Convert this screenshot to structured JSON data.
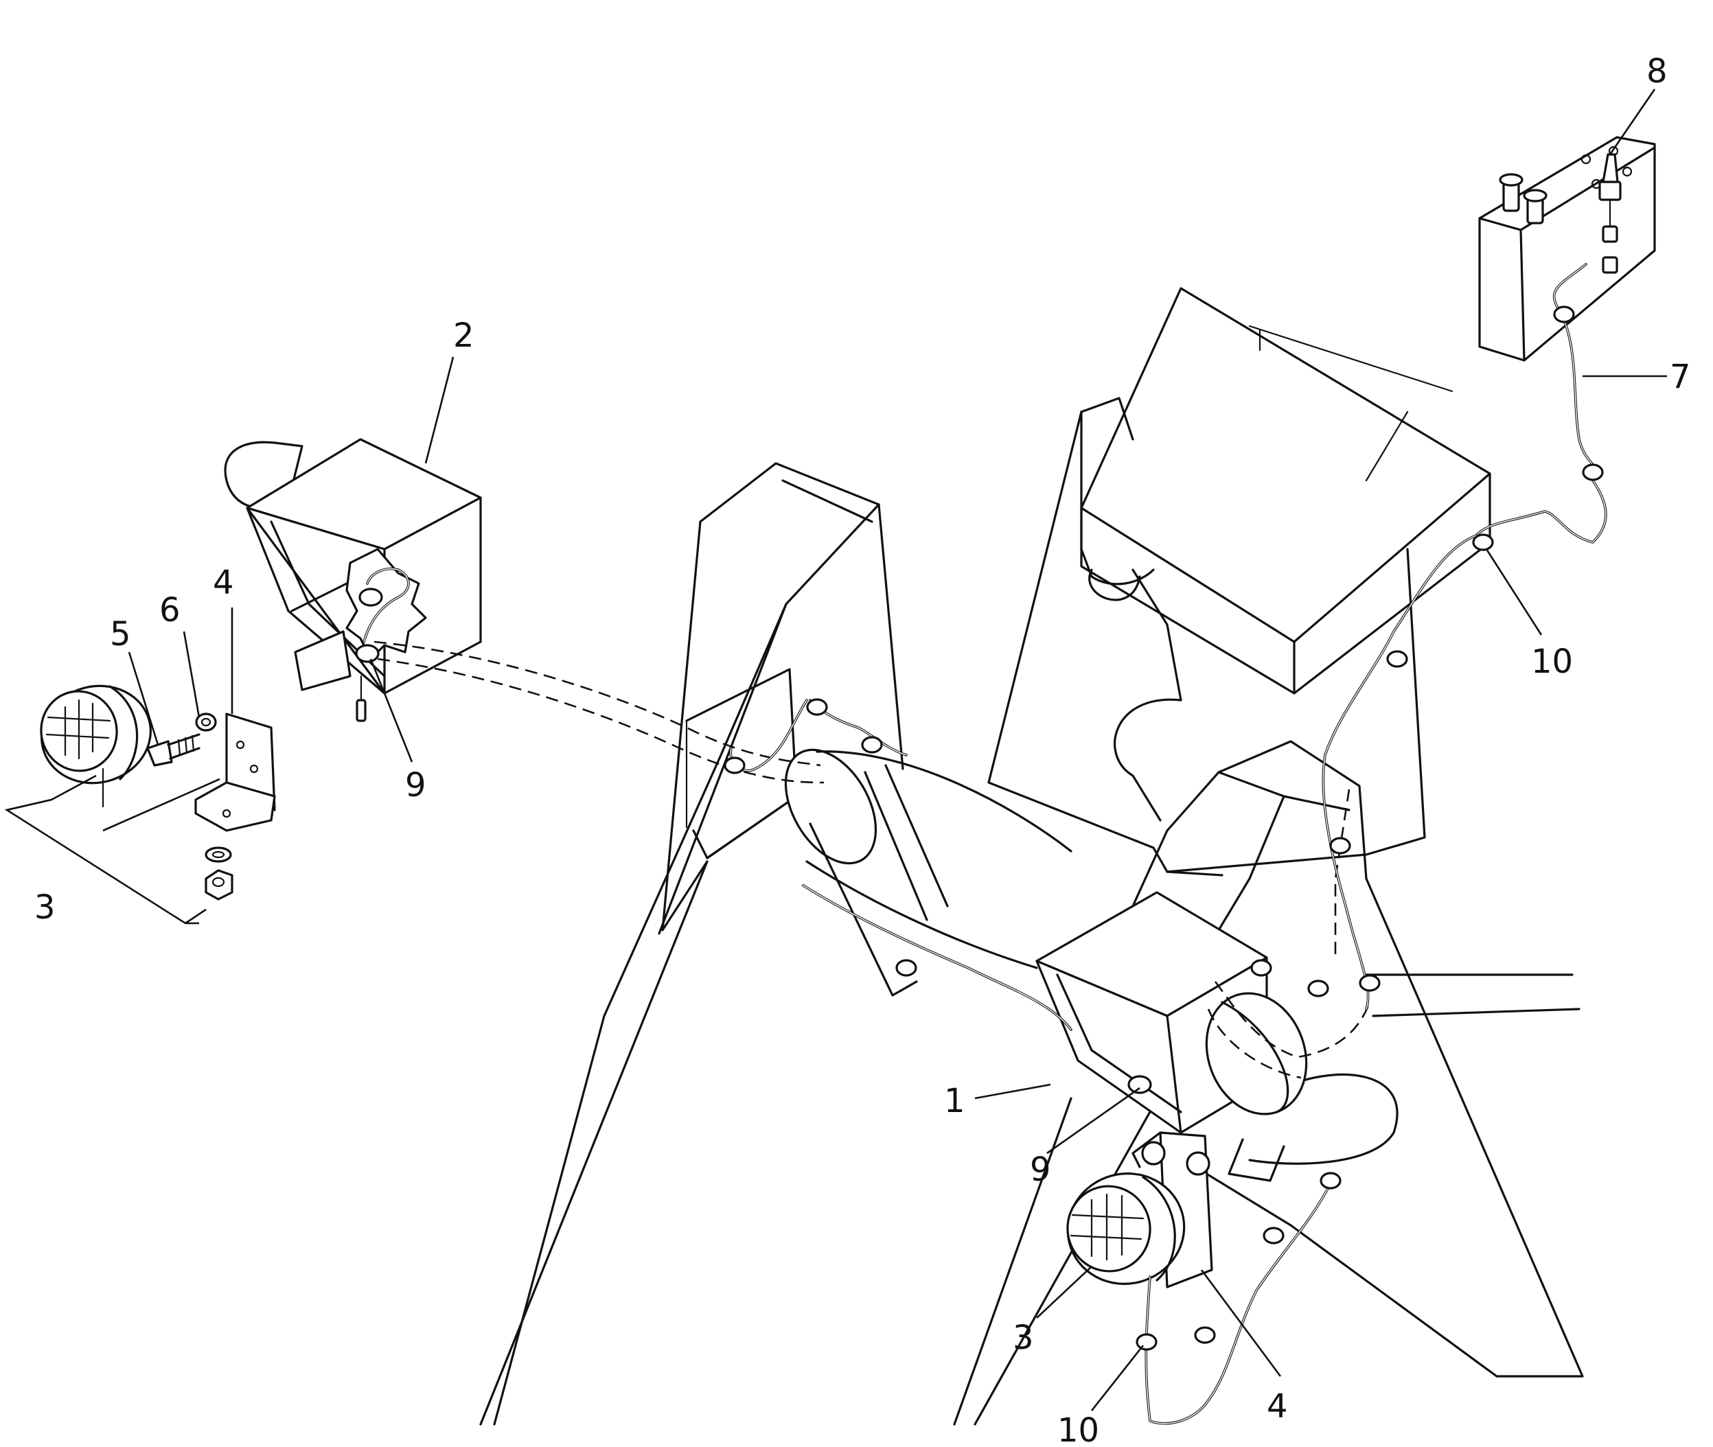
{
  "callouts": [
    {
      "id": "c8",
      "label": "8"
    },
    {
      "id": "c7",
      "label": "7"
    },
    {
      "id": "c2",
      "label": "2"
    },
    {
      "id": "c4a",
      "label": "4"
    },
    {
      "id": "c6",
      "label": "6"
    },
    {
      "id": "c5",
      "label": "5"
    },
    {
      "id": "c9a",
      "label": "9"
    },
    {
      "id": "c3a",
      "label": "3"
    },
    {
      "id": "c10a",
      "label": "10"
    },
    {
      "id": "c1",
      "label": "1"
    },
    {
      "id": "c9b",
      "label": "9"
    },
    {
      "id": "c3b",
      "label": "3"
    },
    {
      "id": "c4b",
      "label": "4"
    },
    {
      "id": "c10b",
      "label": "10"
    }
  ],
  "colors": {
    "line": "#111111",
    "background": "#ffffff"
  }
}
